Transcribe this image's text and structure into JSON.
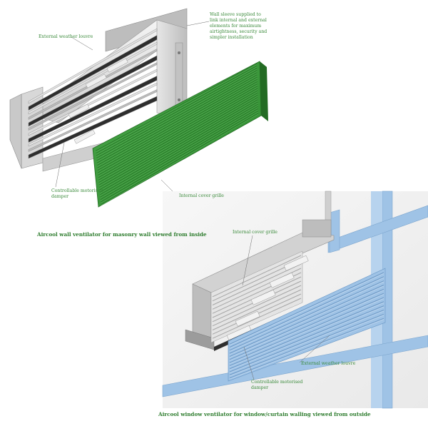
{
  "figure1": {
    "label_external_louvre": "External weather louvre",
    "label_wall_sleeve": "Wall sleeve supplied to\nlink internal and external\nelements for maximum\nairtightness, security and\nsimpler installation",
    "label_damper": "Controllable motorised\ndamper",
    "label_grille": "Internal cover grille",
    "caption": "Aircool wall ventilator for masonry wall viewed from inside"
  },
  "figure2": {
    "label_grille": "Internal cover grille",
    "label_external_louvre": "External weather louvre",
    "label_damper": "Controllable motorised\ndamper",
    "caption": "Aircool window ventilator for window/curtain walling viewed from outside"
  },
  "colors": {
    "grille_green": "#3f9e3f",
    "frame_blue": "#9fc3e6",
    "label_green": "#3a8a3a",
    "caption_green": "#2f7d2f"
  }
}
